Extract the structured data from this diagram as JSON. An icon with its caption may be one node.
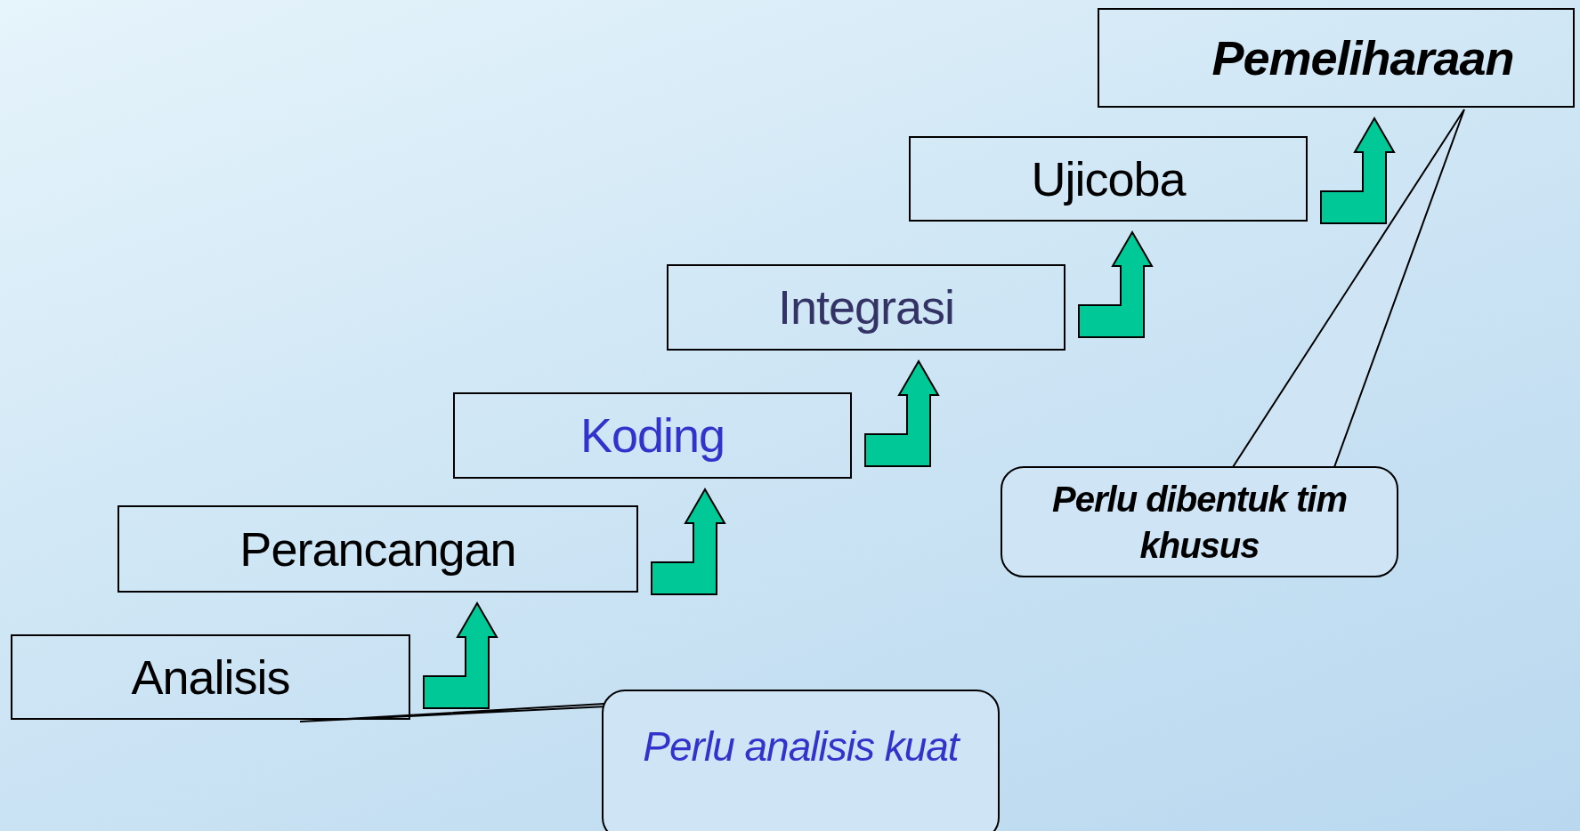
{
  "diagram": {
    "nodes": [
      {
        "text": [
          "Analisis"
        ]
      },
      {
        "text": [
          "Perancangan"
        ]
      },
      {
        "text": [
          "Koding"
        ]
      },
      {
        "text": [
          "Integrasi"
        ]
      },
      {
        "text": [
          "Ujicoba"
        ]
      },
      {
        "text": [
          "Pemeliharaan"
        ]
      },
      {
        "text": [
          "Perlu analisis kuat"
        ]
      },
      {
        "text": [
          "Perlu dibentuk tim khusus"
        ]
      }
    ],
    "edges": [
      {
        "from": 0,
        "to": 1,
        "arrow": "to",
        "color": "#00c896"
      },
      {
        "from": 1,
        "to": 2,
        "arrow": "to",
        "color": "#00c896"
      },
      {
        "from": 2,
        "to": 3,
        "arrow": "to",
        "color": "#00c896"
      },
      {
        "from": 3,
        "to": 4,
        "arrow": "to",
        "color": "#00c896"
      },
      {
        "from": 4,
        "to": 5,
        "arrow": "to",
        "color": "#00c896"
      },
      {
        "from": 6,
        "to": 0,
        "arrow": "none"
      },
      {
        "from": 7,
        "to": 5,
        "arrow": "none"
      }
    ]
  }
}
